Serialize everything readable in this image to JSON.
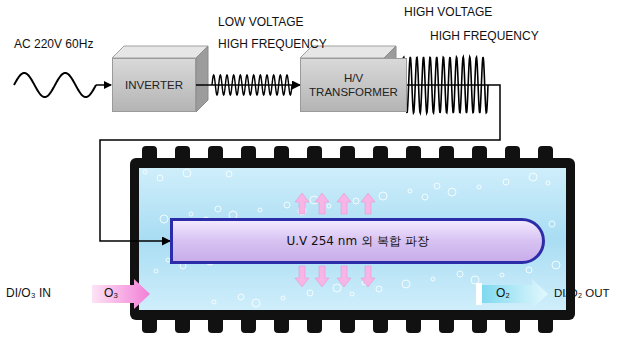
{
  "diagram": {
    "nodes": [
      {
        "text": [
          "INVERTER"
        ]
      },
      {
        "text": [
          "H/V TRANSFORMER"
        ]
      },
      {
        "text": [
          "U.V 254 nm 외 복합 파장"
        ]
      }
    ],
    "edges": [
      {
        "from": 0,
        "to": 1,
        "arrow": "to"
      },
      {
        "from": 1,
        "to": 2,
        "arrow": "to"
      }
    ],
    "labels": [
      "AC 220V 60Hz",
      "LOW VOLTAGE",
      "HIGH FREQUENCY",
      "HIGH VOLTAGE",
      "HIGH FREQUENCY",
      "DI/O₃ IN",
      "O₃",
      "O₂",
      "DI/O₂ OUT"
    ]
  }
}
